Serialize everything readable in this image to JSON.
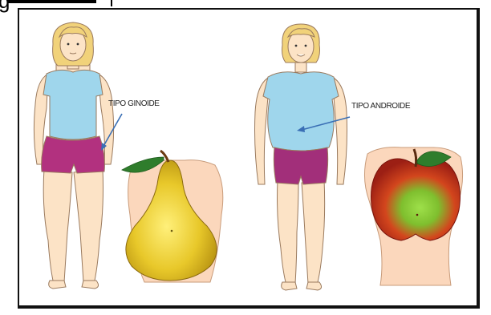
{
  "labels": {
    "gynoid": "TIPO GINOIDE",
    "android": "TIPO ANDROIDE",
    "clipped_glyph": "g"
  },
  "colors": {
    "skin": "#fce3c6",
    "skin_outline": "#9a7a5e",
    "hair": "#f1d27a",
    "shirt": "#9fd6ec",
    "shorts_gynoid": "#b2317f",
    "shorts_android": "#a22f7a",
    "pear": "#e8c82a",
    "apple_red": "#d33a1f",
    "apple_green": "#7ccf3a",
    "leaf": "#2f7d2c",
    "arrow": "#3a6fb5",
    "frame": "#111111"
  },
  "icons": [
    "pear-icon",
    "apple-icon",
    "arrow-icon"
  ]
}
